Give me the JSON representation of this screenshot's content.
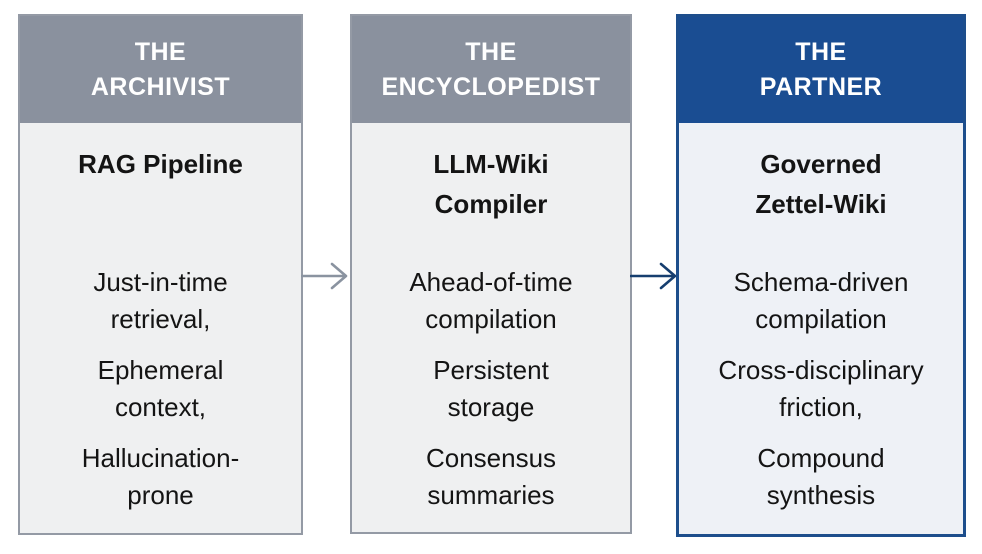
{
  "colors": {
    "page-bg": "#ffffff",
    "gray-header": "#8a919e",
    "gray-border": "#949aa5",
    "blue-header": "#1a4d92",
    "blue-border": "#1d4e8c",
    "arrow-gray": "#8a93a0",
    "arrow-blue": "#163e6f",
    "body-bg": "#eff0f1",
    "body-bg-blue": "#eef1f6",
    "text": "#141414",
    "header-text": "#ffffff"
  },
  "cards": [
    {
      "id": "archivist",
      "header": "THE\nARCHIVIST",
      "title": "RAG Pipeline",
      "features": [
        "Just-in-time\nretrieval,",
        "Ephemeral\ncontext,",
        "Hallucination-\nprone"
      ]
    },
    {
      "id": "encyclopedist",
      "header": "THE\nENCYCLOPEDIST",
      "title": "LLM-Wiki\nCompiler",
      "features": [
        "Ahead-of-time\ncompilation",
        "Persistent\nstorage",
        "Consensus\nsummaries"
      ]
    },
    {
      "id": "partner",
      "header": "THE\nPARTNER",
      "title": "Governed\nZettel-Wiki",
      "features": [
        "Schema-driven\ncompilation",
        "Cross-disciplinary\nfriction,",
        "Compound\nsynthesis"
      ]
    }
  ],
  "arrows": [
    {
      "name": "arrow-archivist-to-encyclopedist",
      "color": "#8a93a0"
    },
    {
      "name": "arrow-encyclopedist-to-partner",
      "color": "#163e6f"
    }
  ]
}
